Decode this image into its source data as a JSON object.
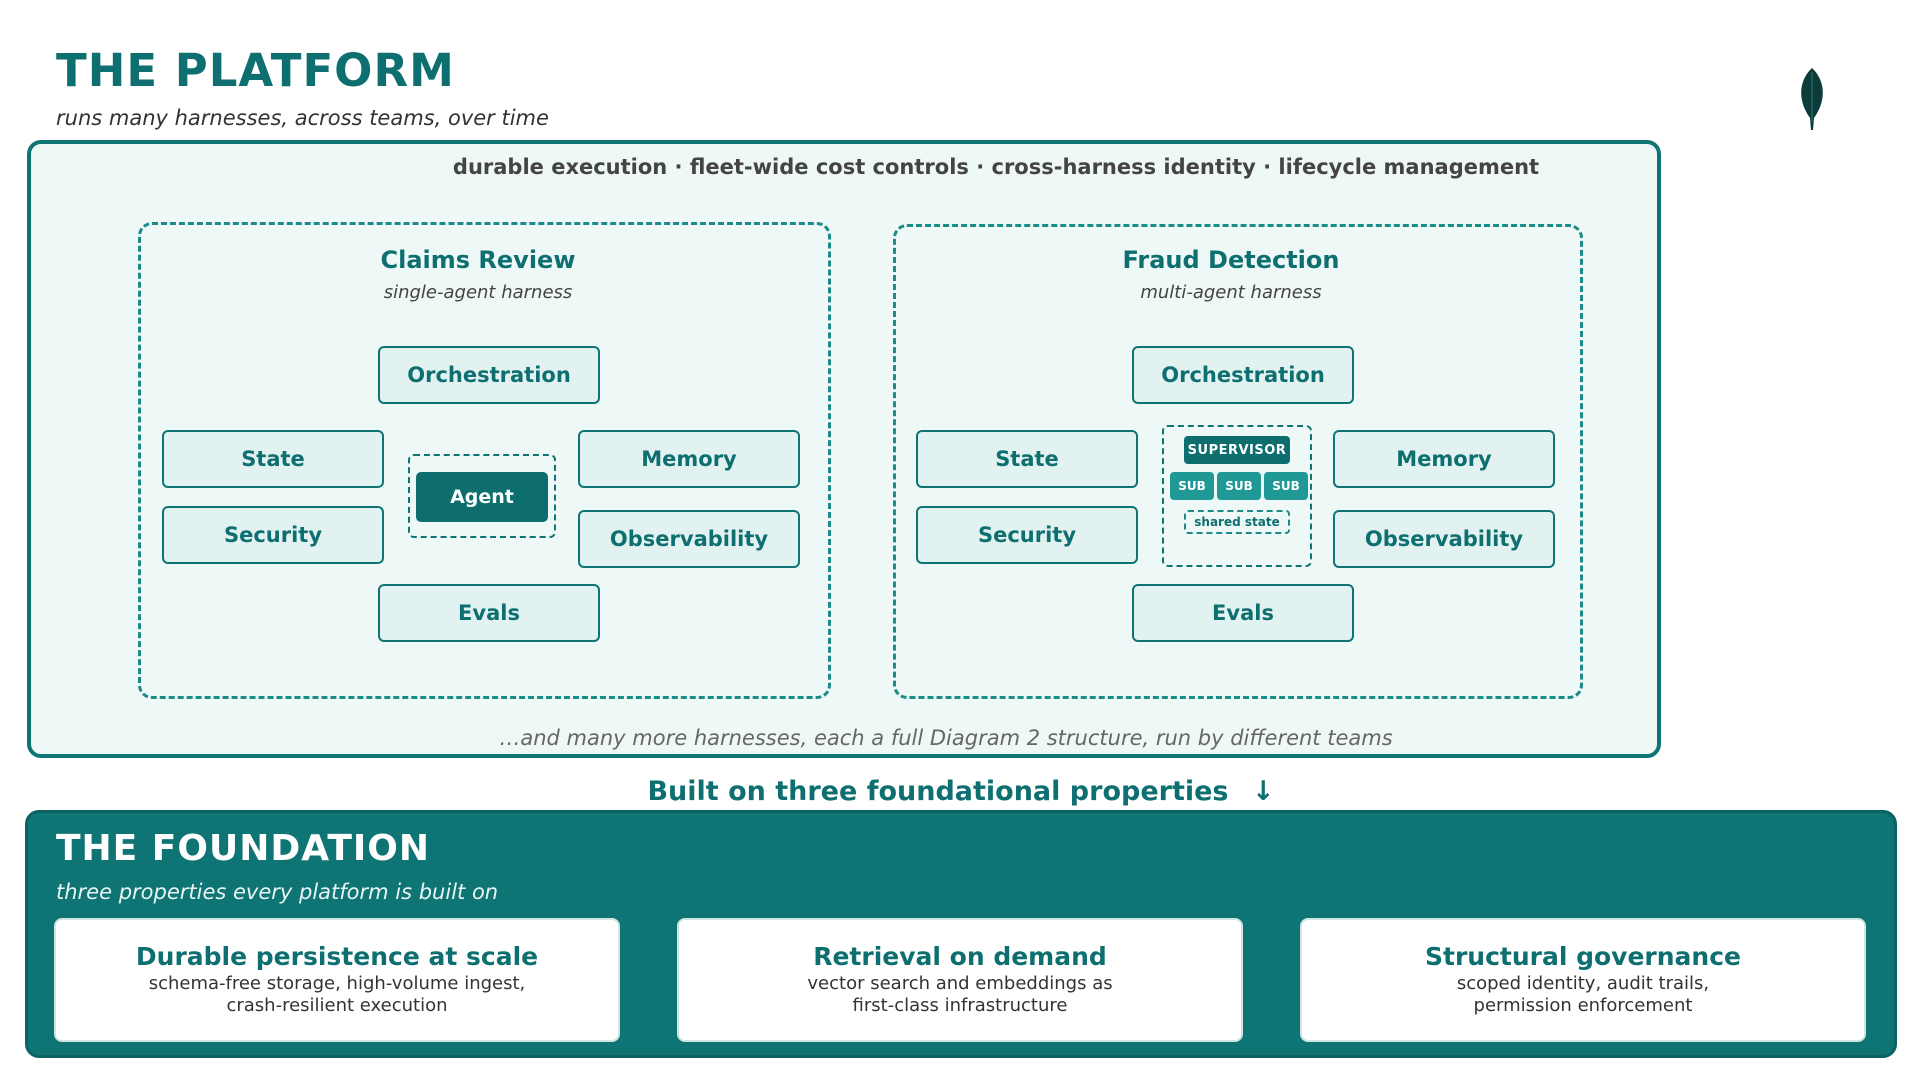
{
  "platform": {
    "title": "THE PLATFORM",
    "subtitle": "runs many harnesses, across teams, over time",
    "capabilities": "durable execution · fleet-wide cost controls · cross-harness identity · lifecycle management",
    "footer_note": "…and many more harnesses, each a full Diagram 2 structure, run by different teams"
  },
  "harnesses": [
    {
      "name": "Claims Review",
      "kind": "single-agent harness",
      "components": {
        "orchestration": "Orchestration",
        "state": "State",
        "security": "Security",
        "memory": "Memory",
        "observability": "Observability",
        "evals": "Evals"
      },
      "agent": "Agent"
    },
    {
      "name": "Fraud Detection",
      "kind": "multi-agent harness",
      "components": {
        "orchestration": "Orchestration",
        "state": "State",
        "security": "Security",
        "memory": "Memory",
        "observability": "Observability",
        "evals": "Evals"
      },
      "supervisor": "SUPERVISOR",
      "subs": [
        "SUB",
        "SUB",
        "SUB"
      ],
      "shared_state": "shared state"
    }
  ],
  "connector": {
    "label": "Built on three foundational properties",
    "arrow": "↓"
  },
  "foundation": {
    "title": "THE FOUNDATION",
    "subtitle": "three properties every platform is built on",
    "cards": [
      {
        "title": "Durable persistence at scale",
        "line1": "schema-free storage, high-volume ingest,",
        "line2": "crash-resilient execution"
      },
      {
        "title": "Retrieval on demand",
        "line1": "vector search and embeddings as",
        "line2": "first-class infrastructure"
      },
      {
        "title": "Structural governance",
        "line1": "scoped identity, audit trails,",
        "line2": "permission enforcement"
      }
    ]
  },
  "colors": {
    "primary": "#0e7474",
    "platform_bg": "#eef8f7",
    "component_bg": "#e2f2f1",
    "sub_agent": "#1f9896",
    "logo": "#0b3b3a"
  },
  "icons": {
    "logo": "leaf-icon"
  }
}
